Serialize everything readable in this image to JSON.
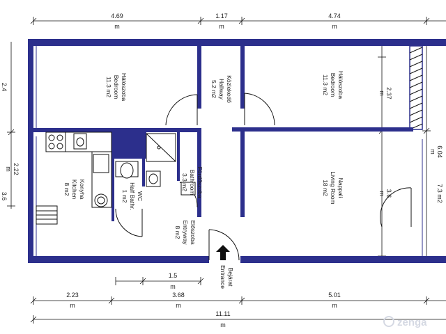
{
  "plan": {
    "colors": {
      "wall": "#2c2f8c",
      "line": "#111111",
      "watermark": "#d5d9e3"
    },
    "top_dims": {
      "d1": "4.69",
      "d2": "1.17",
      "d3": "4.74",
      "unit": "m"
    },
    "left_dims": {
      "d1": "2.4",
      "d2": "2.22",
      "d3": "3.6",
      "unit": "m"
    },
    "right_dims": {
      "overall": "6.04",
      "bedroom": "2.37",
      "living": "3.6",
      "living_area": "7.3 m2",
      "unit": "m"
    },
    "bottom_dims": {
      "d1": "2.23",
      "d2": "3.68",
      "d3": "5.01",
      "total": "11.11",
      "unit": "m",
      "partial": "1.5"
    },
    "rooms": {
      "bedroom_left": {
        "hu": "Hálószoba",
        "en": "Bedroom",
        "area": "11.3 m2"
      },
      "hallway": {
        "hu": "Közlekedő",
        "en": "Hallway",
        "area": "5.2 m2"
      },
      "bedroom_right": {
        "hu": "Hálószoba",
        "en": "Bedroom",
        "area": "11.3 m2"
      },
      "kitchen": {
        "hu": "Konyha",
        "en": "Kitchen",
        "area": "8 m2"
      },
      "wc": {
        "hu": "WC",
        "en": "Half Bathr.",
        "area": "1 m2"
      },
      "bathroom": {
        "hu": "Fürdőszoba",
        "en": "Bathroom",
        "area": "3.3 m2"
      },
      "entryway": {
        "hu": "Előszoba",
        "en": "Entryway",
        "area": "8 m2"
      },
      "living": {
        "hu": "Nappali",
        "en": "Living Room",
        "area": "18 m2"
      }
    },
    "entrance": {
      "hu": "Bejárat",
      "en": "Entrance"
    },
    "watermark": "zenga"
  }
}
